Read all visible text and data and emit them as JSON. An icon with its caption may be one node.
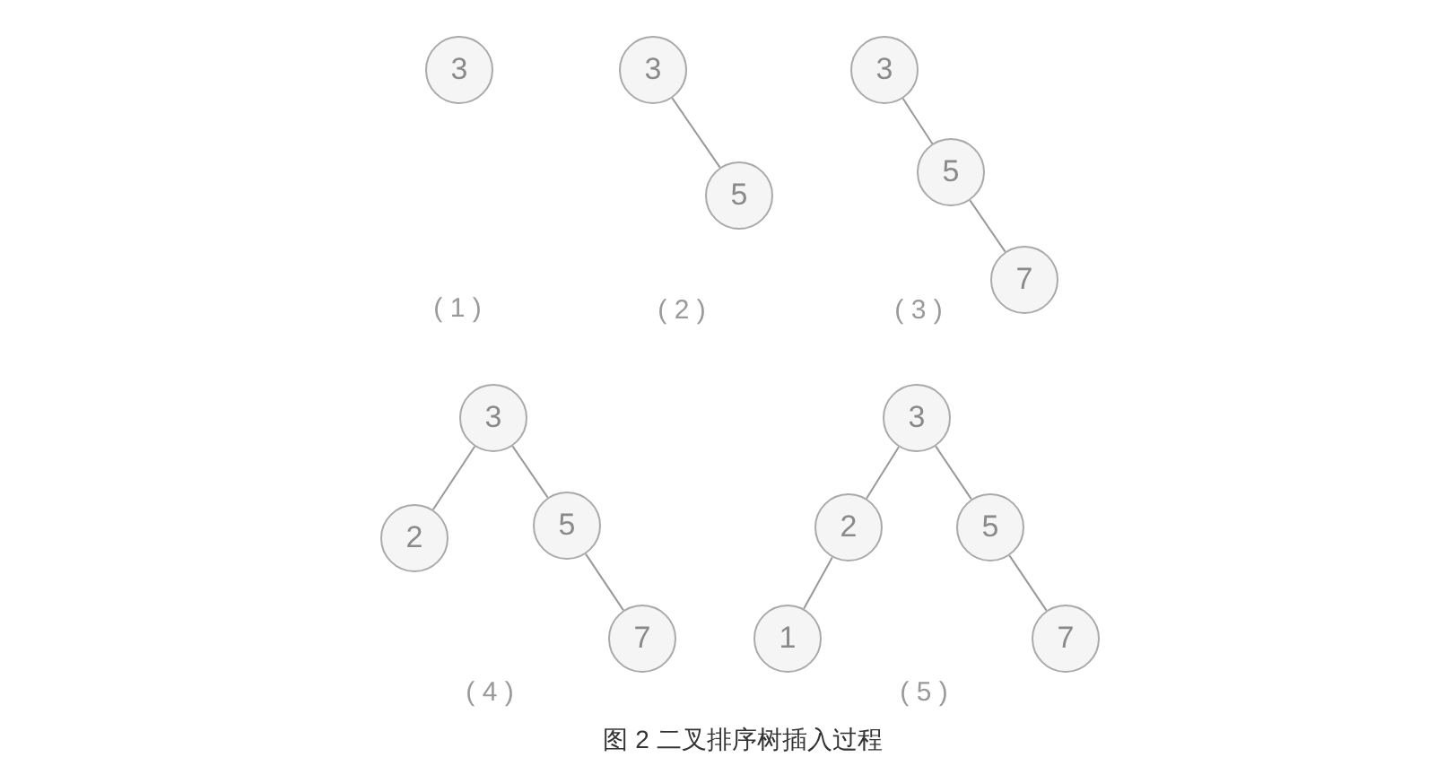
{
  "diagram": {
    "caption": "图 2 二叉排序树插入过程",
    "nodes": [
      {
        "text": [
          "3"
        ]
      },
      {
        "text": [
          "3"
        ]
      },
      {
        "text": [
          "5"
        ]
      },
      {
        "text": [
          "3"
        ]
      },
      {
        "text": [
          "5"
        ]
      },
      {
        "text": [
          "7"
        ]
      },
      {
        "text": [
          "3"
        ]
      },
      {
        "text": [
          "2"
        ]
      },
      {
        "text": [
          "5"
        ]
      },
      {
        "text": [
          "7"
        ]
      },
      {
        "text": [
          "3"
        ]
      },
      {
        "text": [
          "2"
        ]
      },
      {
        "text": [
          "5"
        ]
      },
      {
        "text": [
          "1"
        ]
      },
      {
        "text": [
          "7"
        ]
      }
    ],
    "edges": [
      {
        "from": 1,
        "to": 2,
        "arrow": "none"
      },
      {
        "from": 3,
        "to": 4,
        "arrow": "none"
      },
      {
        "from": 4,
        "to": 5,
        "arrow": "none"
      },
      {
        "from": 6,
        "to": 7,
        "arrow": "none"
      },
      {
        "from": 6,
        "to": 8,
        "arrow": "none"
      },
      {
        "from": 8,
        "to": 9,
        "arrow": "none"
      },
      {
        "from": 10,
        "to": 11,
        "arrow": "none"
      },
      {
        "from": 10,
        "to": 12,
        "arrow": "none"
      },
      {
        "from": 11,
        "to": 13,
        "arrow": "none"
      },
      {
        "from": 12,
        "to": 14,
        "arrow": "none"
      }
    ],
    "labels": [
      "( 1 )",
      "( 2 )",
      "( 3 )",
      "( 4 )",
      "( 5 )"
    ]
  }
}
